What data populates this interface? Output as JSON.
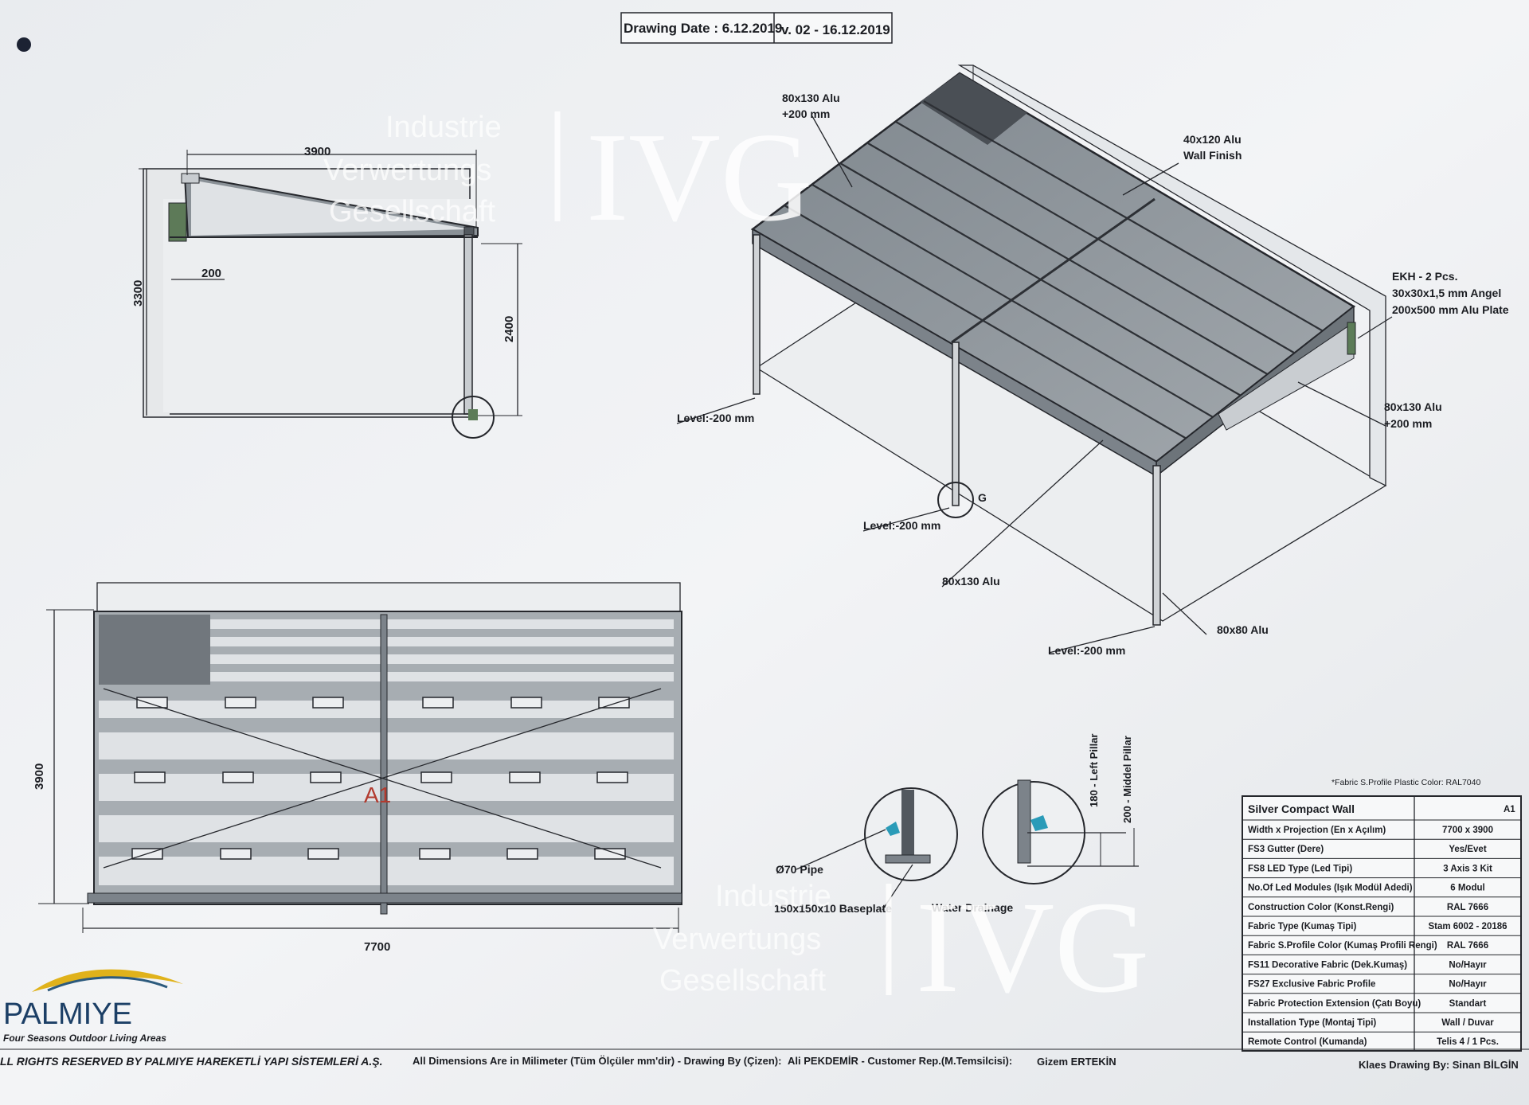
{
  "header": {
    "drawing_date": "Drawing Date :  6.12.2019",
    "version": "v. 02 -   16.12.2019"
  },
  "watermark": {
    "line1": "Industrie",
    "line2": "Verwertungs",
    "line3": "Gesellschaft",
    "logo": "IVG"
  },
  "side_view": {
    "width": "3900",
    "offset": "200",
    "height_total": "3300",
    "height_front": "2400"
  },
  "iso_view": {
    "label_top_beam": [
      "80x130 Alu",
      "+200 mm"
    ],
    "label_wall_finish": [
      "40x120 Alu",
      "Wall Finish"
    ],
    "label_ekh": [
      "EKH - 2 Pcs.",
      "30x30x1,5 mm Angel",
      "200x500 mm Alu Plate"
    ],
    "label_side_beam": [
      "80x130 Alu",
      "+200 mm"
    ],
    "label_level_1": "Level:-200 mm",
    "label_level_2": "Level:-200 mm",
    "label_level_3": "Level:-200 mm",
    "label_front_beam": "80x130 Alu",
    "label_pillar": "80x80 Alu",
    "label_detail": "G"
  },
  "plan_view": {
    "height": "3900",
    "width": "7700",
    "marker": "A1"
  },
  "details": {
    "pipe": "Ø70 Pipe",
    "baseplate": "150x150x10 Baseplate",
    "water": "Water Drainage",
    "left_pillar": "180 - Left Pillar",
    "middle_pillar": "200 - Middel Pillar"
  },
  "spec_table": {
    "note": "*Fabric S.Profile Plastic Color: RAL7040",
    "title": "Silver Compact Wall",
    "code": "A1",
    "rows": [
      [
        "Width x Projection (En x Açılım)",
        "7700 x 3900"
      ],
      [
        "FS3 Gutter (Dere)",
        "Yes/Evet"
      ],
      [
        "FS8 LED Type (Led Tipi)",
        "3 Axis 3 Kit"
      ],
      [
        "No.Of Led Modules (Işık Modül Adedi)",
        "6 Modul"
      ],
      [
        "Construction Color (Konst.Rengi)",
        "RAL 7666"
      ],
      [
        "Fabric Type (Kumaş Tipi)",
        "Stam 6002 - 20186"
      ],
      [
        "Fabric S.Profile Color (Kumaş Profili Rengi)",
        "RAL 7666"
      ],
      [
        "FS11 Decorative Fabric (Dek.Kumaş)",
        "No/Hayır"
      ],
      [
        "FS27 Exclusive Fabric Profile",
        "No/Hayır"
      ],
      [
        "Fabric Protection Extension (Çatı Boyu)",
        "Standart"
      ],
      [
        "Installation Type (Montaj Tipi)",
        "Wall / Duvar"
      ],
      [
        "Remote Control (Kumanda)",
        "Telis 4 / 1 Pcs."
      ]
    ]
  },
  "brand": {
    "name": "PALMIYE",
    "tagline": "Four Seasons Outdoor Living Areas"
  },
  "footer": {
    "rights": "LL RIGHTS RESERVED BY PALMIYE HAREKETLİ YAPI SİSTEMLERİ A.Ş.",
    "dims_note": "All Dimensions Are in Milimeter (Tüm Ölçüler mm'dir) - Drawing By (Çizen):",
    "drawn_by": "Ali PEKDEMİR - Customer Rep.(M.Temsilcisi):",
    "rep": "Gizem ERTEKİN",
    "klaes": "Klaes Drawing By: Sinan BİLGİN"
  },
  "colors": {
    "paper": "#eef0f2",
    "roof_fill": "#8f969c",
    "line": "#25272c",
    "marker": "#b23a2e",
    "brand_gold": "#e0b21b"
  }
}
